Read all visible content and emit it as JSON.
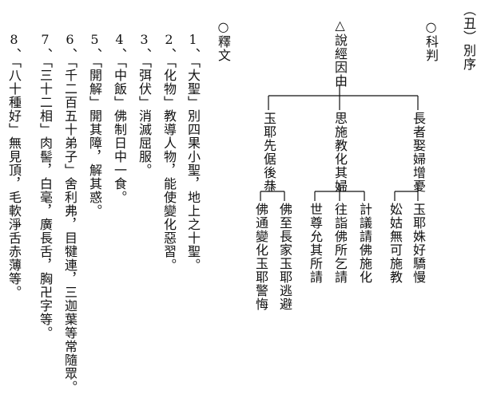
{
  "section": {
    "label": "（丑）別序"
  },
  "chart_heading": "○科判",
  "tree": {
    "root": "△說經因由",
    "branches": [
      {
        "label": "長者娶婦增憂",
        "leaves": [
          "玉耶姝好驕慢",
          "妐姑無可施教"
        ]
      },
      {
        "label": "思施教化其婦",
        "leaves": [
          "計議請佛施化",
          "往詣佛所乞請",
          "世尊允其所請"
        ]
      },
      {
        "label": "玉耶先倨後恭",
        "leaves": [
          "佛至長家玉耶逃避",
          "佛通變化玉耶警悔"
        ]
      }
    ]
  },
  "notes_heading": "○釋文",
  "notes": [
    {
      "num": "1、",
      "text": "「大聖」別四果小聖，地上之十聖。"
    },
    {
      "num": "2、",
      "text": "「化物」教導人物，能使變化惡習。"
    },
    {
      "num": "3、",
      "text": "「弭伏」消滅屈服。"
    },
    {
      "num": "4、",
      "text": "「中飯」佛制日中一食。"
    },
    {
      "num": "5、",
      "text": "「開解」開其障，解其惑。"
    },
    {
      "num": "6、",
      "text": "「千二百五十弟子」舍利弗，目犍連，三迦葉等常隨眾。"
    },
    {
      "num": "7、",
      "text": "「三十二相」肉髻，白毫，廣長舌，胸卍字等。"
    },
    {
      "num": "8、",
      "text": "「八十種好」無見頂，毛軟淨舌赤薄等。"
    }
  ]
}
